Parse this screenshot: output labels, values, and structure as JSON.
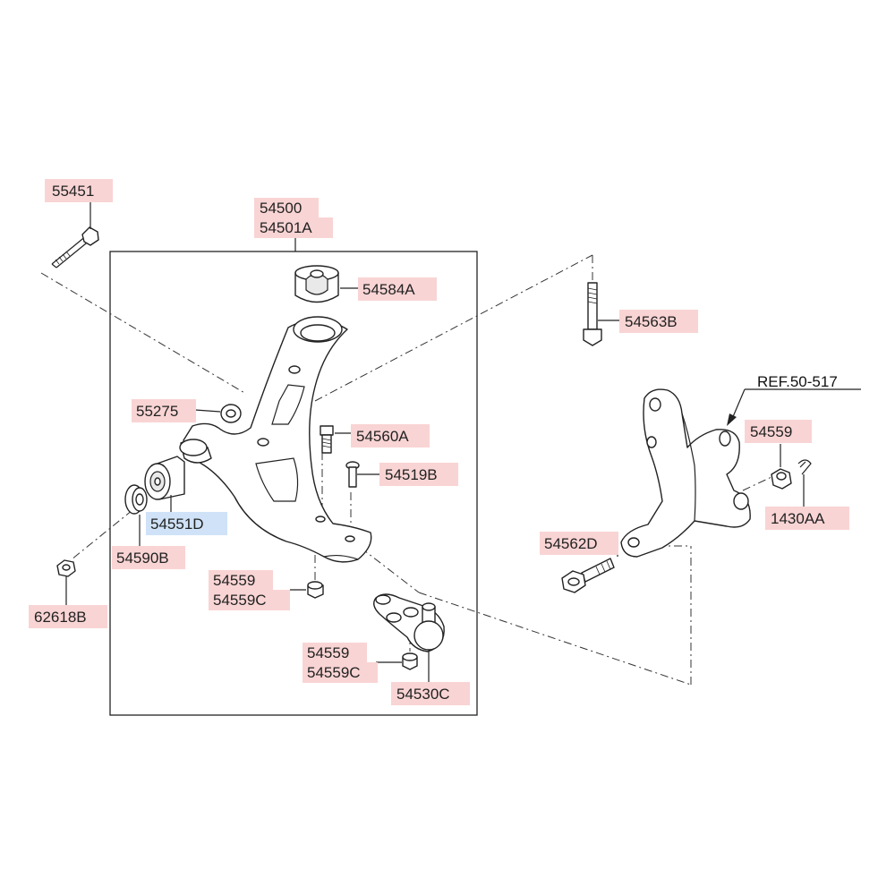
{
  "colors": {
    "part_highlight": "#f9d4d4",
    "selected_highlight": "#cfe2f7",
    "line": "#222222"
  },
  "labels": {
    "p55451": "55451",
    "p54500": "54500",
    "p54501A": "54501A",
    "p54584A": "54584A",
    "p54563B": "54563B",
    "p55275": "55275",
    "p54560A": "54560A",
    "p54519B": "54519B",
    "p54551D": "54551D",
    "p54590B": "54590B",
    "p62618B": "62618B",
    "p54559_a": "54559",
    "p54559C_a": "54559C",
    "p54559_b": "54559",
    "p54559C_b": "54559C",
    "p54530C": "54530C",
    "p54562D": "54562D",
    "p54559_c": "54559",
    "p1430AA": "1430AA",
    "ref": "REF.50-517"
  },
  "icons": [
    "bolt-icon",
    "bushing-icon",
    "washer-icon",
    "nut-icon",
    "ball-joint-icon",
    "knuckle-icon",
    "cotter-pin-icon",
    "lower-arm-icon"
  ]
}
